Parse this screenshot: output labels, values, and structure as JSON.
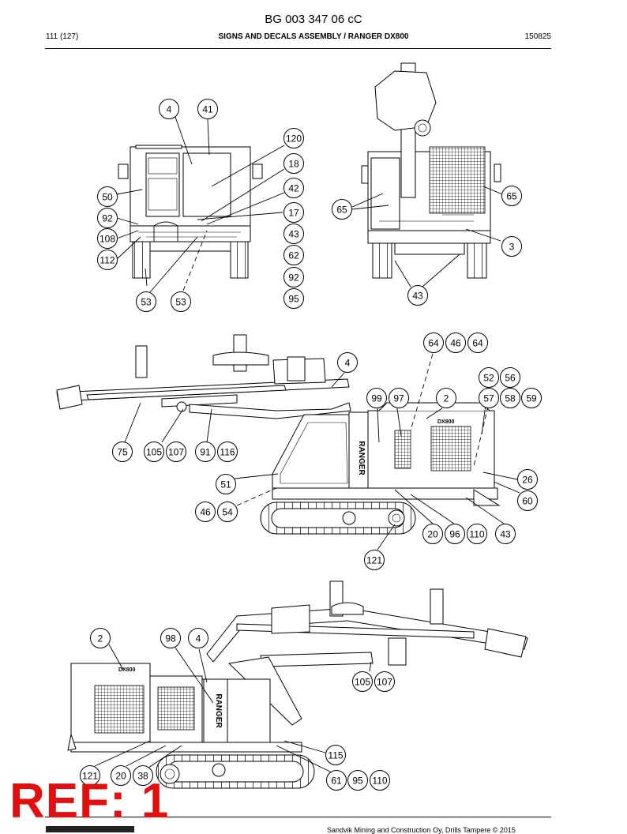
{
  "header": {
    "doc_number": "BG 003 347 06 cC",
    "page": "111 (127)",
    "title": "SIGNS AND DECALS ASSEMBLY / RANGER DX800",
    "date_code": "150825"
  },
  "ref_stamp": "REF: 1",
  "footer": "Sandvik Mining and Construction Oy, Drills Tampere © 2015",
  "machine_labels": [
    "RANGER",
    "RANGER",
    "DX800",
    "DX800"
  ],
  "callouts": {
    "front_view": [
      "4",
      "41",
      "120",
      "18",
      "42",
      "17",
      "43",
      "62",
      "92",
      "95",
      "50",
      "92",
      "108",
      "112",
      "53",
      "53"
    ],
    "rear_view": [
      "65",
      "65",
      "3",
      "43"
    ],
    "left_side": [
      "64",
      "46",
      "64",
      "4",
      "52",
      "56",
      "57",
      "58",
      "59",
      "99",
      "97",
      "2",
      "75",
      "105",
      "107",
      "91",
      "116",
      "51",
      "46",
      "54",
      "26",
      "60",
      "20",
      "96",
      "110",
      "43",
      "121"
    ],
    "right_side": [
      "2",
      "98",
      "4",
      "105",
      "107",
      "115",
      "121",
      "20",
      "38",
      "61",
      "95",
      "110"
    ]
  }
}
